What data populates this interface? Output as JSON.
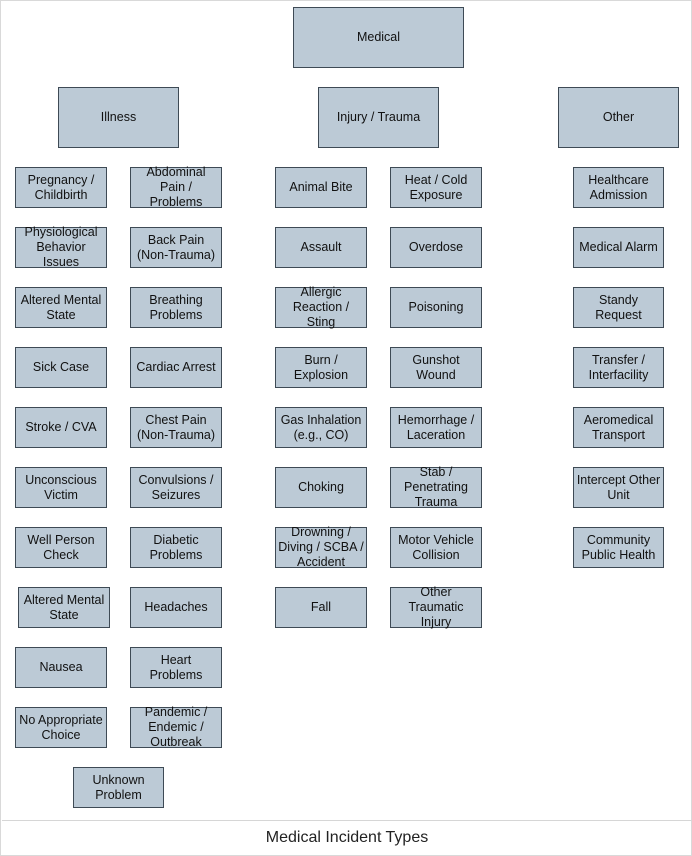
{
  "diagram": {
    "root": "Medical",
    "categories": [
      "Illness",
      "Injury / Trauma",
      "Other"
    ],
    "illness_left": [
      "Pregnancy / Childbirth",
      "Physiological Behavior Issues",
      "Altered Mental State",
      "Sick Case",
      "Stroke / CVA",
      "Unconscious Victim",
      "Well Person Check",
      "Altered Mental State",
      "Nausea",
      "No Appropriate Choice"
    ],
    "illness_right": [
      "Abdominal Pain / Problems",
      "Back Pain (Non-Trauma)",
      "Breathing Problems",
      "Cardiac Arrest",
      "Chest Pain (Non-Trauma)",
      "Convulsions / Seizures",
      "Diabetic Problems",
      "Headaches",
      "Heart Problems",
      "Pandemic / Endemic / Outbreak"
    ],
    "illness_bottom": "Unknown Problem",
    "injury_left": [
      "Animal Bite",
      "Assault",
      "Allergic Reaction / Sting",
      "Burn / Explosion",
      "Gas Inhalation (e.g., CO)",
      "Choking",
      "Drowning / Diving / SCBA / Accident",
      "Fall"
    ],
    "injury_right": [
      "Heat / Cold Exposure",
      "Overdose",
      "Poisoning",
      "Gunshot Wound",
      "Hemorrhage / Laceration",
      "Stab / Penetrating Trauma",
      "Motor Vehicle Collision",
      "Other Traumatic Injury"
    ],
    "other": [
      "Healthcare Admission",
      "Medical Alarm",
      "Standy Request",
      "Transfer / Interfacility",
      "Aeromedical Transport",
      "Intercept Other Unit",
      "Community Public Health"
    ]
  },
  "caption": "Medical Incident Types",
  "colors": {
    "box_fill": "#bccad6",
    "box_border": "#3e4a55"
  }
}
